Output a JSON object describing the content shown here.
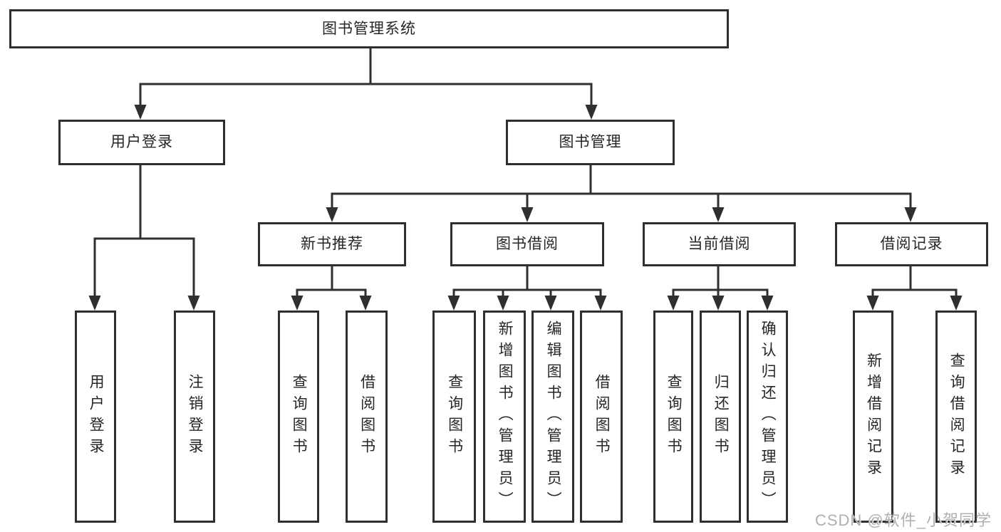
{
  "diagram": {
    "root": {
      "label": "图书管理系统"
    },
    "branches": [
      {
        "label": "用户登录",
        "leaves": [
          {
            "label": "用户登录"
          },
          {
            "label": "注销登录"
          }
        ]
      },
      {
        "label": "图书管理",
        "groups": [
          {
            "label": "新书推荐",
            "leaves": [
              {
                "label": "查询图书"
              },
              {
                "label": "借阅图书"
              }
            ]
          },
          {
            "label": "图书借阅",
            "leaves": [
              {
                "label": "查询图书"
              },
              {
                "label": "新增图书（管理员）"
              },
              {
                "label": "编辑图书（管理员）"
              },
              {
                "label": "借阅图书"
              }
            ]
          },
          {
            "label": "当前借阅",
            "leaves": [
              {
                "label": "查询图书"
              },
              {
                "label": "归还图书"
              },
              {
                "label": "确认归还（管理员）"
              }
            ]
          },
          {
            "label": "借阅记录",
            "leaves": [
              {
                "label": "新增借阅记录"
              },
              {
                "label": "查询借阅记录"
              }
            ]
          }
        ]
      }
    ]
  },
  "watermark": "CSDN @软件_小贺同学",
  "colors": {
    "line": "#2f2f2f",
    "text": "#262626",
    "background": "#ffffff",
    "watermark": "#b0b0b0"
  }
}
